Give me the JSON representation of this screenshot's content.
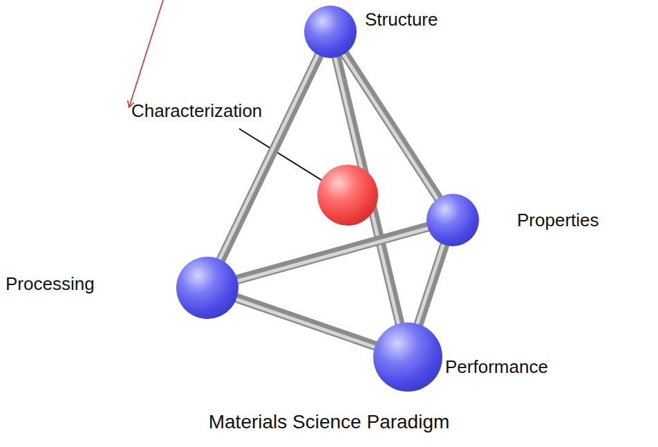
{
  "diagram": {
    "caption": "Materials Science Paradigm",
    "nodes": [
      {
        "text": [
          "Structure"
        ]
      },
      {
        "text": [
          "Characterization"
        ]
      },
      {
        "text": [
          "Properties"
        ]
      },
      {
        "text": [
          "Processing"
        ]
      },
      {
        "text": [
          "Performance"
        ]
      }
    ],
    "edges": [
      {
        "from": 0,
        "to": 3,
        "arrow": "none"
      },
      {
        "from": 0,
        "to": 2,
        "arrow": "none"
      },
      {
        "from": 0,
        "to": 4,
        "arrow": "none"
      },
      {
        "from": 3,
        "to": 2,
        "arrow": "none"
      },
      {
        "from": 3,
        "to": 4,
        "arrow": "none"
      },
      {
        "from": 2,
        "to": 4,
        "arrow": "none"
      }
    ]
  }
}
